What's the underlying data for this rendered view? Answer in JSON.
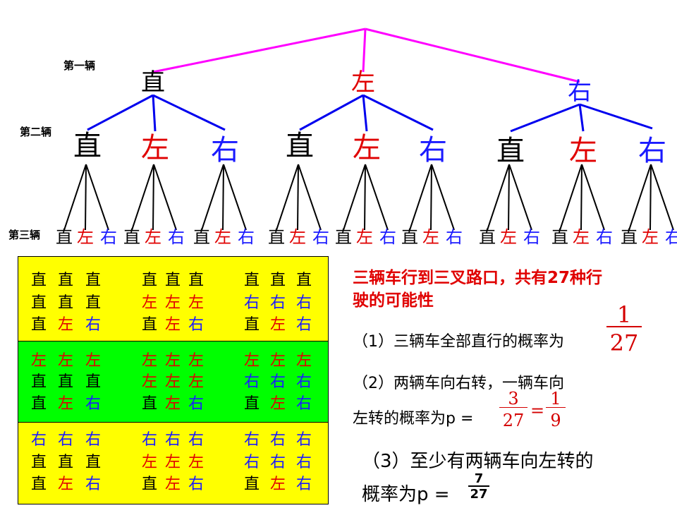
{
  "level_labels": [
    "第一辆",
    "第二辆",
    "第三辆"
  ],
  "colors": {
    "straight": "#000000",
    "left": "#e00000",
    "right": "#1a1aff",
    "top_branches": "#ff00ff",
    "mid_branches": "#0000ee",
    "band_yellow": "#ffff00",
    "band_green": "#00ff00"
  },
  "tree": {
    "level1": [
      {
        "label": "直",
        "dir": "straight"
      },
      {
        "label": "左",
        "dir": "left"
      },
      {
        "label": "右",
        "dir": "right"
      }
    ],
    "level2": [
      {
        "label": "直",
        "dir": "straight"
      },
      {
        "label": "左",
        "dir": "left"
      },
      {
        "label": "右",
        "dir": "right"
      },
      {
        "label": "直",
        "dir": "straight"
      },
      {
        "label": "左",
        "dir": "left"
      },
      {
        "label": "右",
        "dir": "right"
      },
      {
        "label": "直",
        "dir": "straight"
      },
      {
        "label": "左",
        "dir": "left"
      },
      {
        "label": "右",
        "dir": "right"
      }
    ],
    "level3_pattern": [
      {
        "label": "直",
        "dir": "straight"
      },
      {
        "label": "左",
        "dir": "left"
      },
      {
        "label": "右",
        "dir": "right"
      }
    ]
  },
  "table_bands": [
    {
      "name": "yellow",
      "groups": [
        [
          [
            "直",
            "直",
            "直"
          ],
          [
            "直",
            "直",
            "直"
          ],
          [
            "直",
            "左",
            "右"
          ]
        ],
        [
          [
            "直",
            "直",
            "直"
          ],
          [
            "左",
            "左",
            "左"
          ],
          [
            "直",
            "左",
            "右"
          ]
        ],
        [
          [
            "直",
            "直",
            "直"
          ],
          [
            "右",
            "右",
            "右"
          ],
          [
            "直",
            "左",
            "右"
          ]
        ]
      ]
    },
    {
      "name": "green",
      "groups": [
        [
          [
            "左",
            "左",
            "左"
          ],
          [
            "直",
            "直",
            "直"
          ],
          [
            "直",
            "左",
            "右"
          ]
        ],
        [
          [
            "左",
            "左",
            "左"
          ],
          [
            "左",
            "左",
            "左"
          ],
          [
            "直",
            "左",
            "右"
          ]
        ],
        [
          [
            "左",
            "左",
            "左"
          ],
          [
            "右",
            "右",
            "右"
          ],
          [
            "直",
            "左",
            "右"
          ]
        ]
      ]
    },
    {
      "name": "yellow",
      "groups": [
        [
          [
            "右",
            "右",
            "右"
          ],
          [
            "直",
            "直",
            "直"
          ],
          [
            "直",
            "左",
            "右"
          ]
        ],
        [
          [
            "右",
            "右",
            "右"
          ],
          [
            "左",
            "左",
            "左"
          ],
          [
            "直",
            "左",
            "右"
          ]
        ],
        [
          [
            "右",
            "右",
            "右"
          ],
          [
            "右",
            "右",
            "右"
          ],
          [
            "直",
            "左",
            "右"
          ]
        ]
      ]
    }
  ],
  "text": {
    "intro_line1": "三辆车行到三叉路口，共有27种行",
    "intro_line2": "驶的可能性",
    "q1": "（1）三辆车全部直行的概率为",
    "q1_num": "1",
    "q1_den": "27",
    "q2_line1": "（2）两辆车向右转，一辆车向",
    "q2_line2": "左转的概率为p =",
    "q2_num1": "3",
    "q2_den1": "27",
    "q2_eq": "=",
    "q2_num2": "1",
    "q2_den2": "9",
    "q3_line1": "（3）至少有两辆车向左转的",
    "q3_line2": "概率为p =",
    "q3_num": "7",
    "q3_den": "27"
  }
}
